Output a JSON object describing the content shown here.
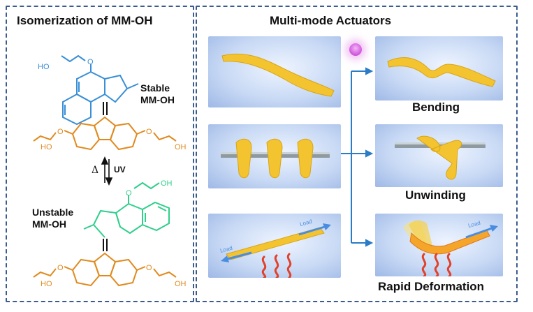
{
  "left_panel": {
    "title": "Isomerization of MM-OH",
    "stable_label_line1": "Stable",
    "stable_label_line2": "MM-OH",
    "unstable_label_line1": "Unstable",
    "unstable_label_line2": "MM-OH",
    "heat_symbol": "Δ",
    "uv_label": "UV",
    "substituent_label": "HO",
    "substituent_label_alt": "OH",
    "oxygen_label": "O"
  },
  "right_panel": {
    "title": "Multi-mode Actuators",
    "modes": [
      "Bending",
      "Unwinding",
      "Rapid Deformation"
    ],
    "load_label": "Load"
  },
  "colors": {
    "frame": "#3b5b8f",
    "stable_rotor": "#3a8fd6",
    "stator": "#e08a1e",
    "unstable_rotor": "#2fcf8c",
    "actuator": "#f4c430",
    "arrow": "#2a7cc7",
    "heat": "#e0412b",
    "uv_glow": "#d45fe0"
  }
}
